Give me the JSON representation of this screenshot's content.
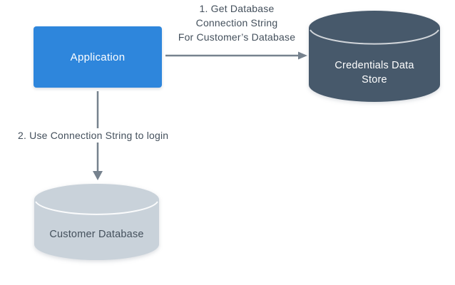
{
  "diagram": {
    "nodes": {
      "application": {
        "label": "Application",
        "color": "#2E86DC",
        "shape": "rectangle"
      },
      "credentials_store": {
        "label": "Credentials Data Store",
        "color": "#47596B",
        "shape": "cylinder"
      },
      "customer_database": {
        "label": "Customer Database",
        "color": "#C9D2DA",
        "shape": "cylinder"
      }
    },
    "edges": {
      "get_connection_string": {
        "from": "application",
        "to": "credentials_store",
        "lines": [
          "1. Get Database",
          "Connection String",
          "For Customer’s Database"
        ]
      },
      "use_connection_string": {
        "from": "application",
        "to": "customer_database",
        "label": "2. Use Connection String to login"
      }
    },
    "colors": {
      "arrow": "#76828E",
      "label_text": "#44505C",
      "background": "#FFFFFF"
    }
  }
}
